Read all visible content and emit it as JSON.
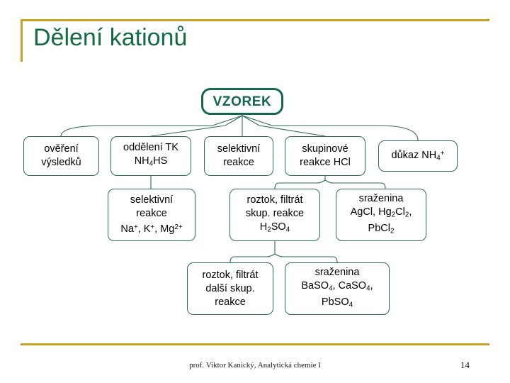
{
  "slide": {
    "title": "Dělení kationů",
    "title_color": "#136b42",
    "accent_rule_color": "#c8a220",
    "node_border_color": "#2e6b55",
    "root_color": "#12684a",
    "background": "#ffffff"
  },
  "footer": {
    "credit": "prof. Viktor Kanický, Analytická chemie I",
    "page_number": "14"
  },
  "diagram": {
    "root": {
      "label": "VZOREK"
    },
    "row1": [
      {
        "line1": "ověření",
        "line2": "výsledků",
        "line3": ""
      },
      {
        "line1": "oddělení TK",
        "line2": "NH4HS",
        "line3": ""
      },
      {
        "line1": "selektivní",
        "line2": "reakce",
        "line3": ""
      },
      {
        "line1": "skupinové",
        "line2": "reakce HCl",
        "line3": ""
      },
      {
        "line1": "důkaz NH4+",
        "line2": "",
        "line3": ""
      }
    ],
    "row2": [
      {
        "line1": "selektivní",
        "line2": "reakce",
        "line3": "Na+, K+, Mg2+"
      },
      {
        "line1": "roztok, filtrát",
        "line2": "skup. reakce",
        "line3": "H2SO4"
      },
      {
        "line1": "sraženina",
        "line2": "AgCl, Hg2Cl2,",
        "line3": "PbCl2"
      }
    ],
    "row3": [
      {
        "line1": "roztok, filtrát",
        "line2": "další skup.",
        "line3": "reakce"
      },
      {
        "line1": "sraženina",
        "line2": "BaSO4, CaSO4,",
        "line3": "PbSO4"
      }
    ]
  }
}
